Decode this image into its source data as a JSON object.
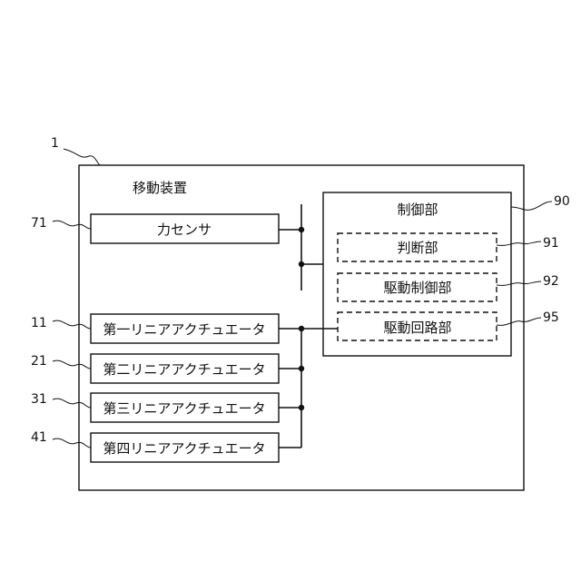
{
  "device": {
    "ref": "1",
    "title": "移動装置"
  },
  "force_sensor": {
    "ref": "71",
    "label": "力センサ"
  },
  "actuators": [
    {
      "ref": "11",
      "label": "第一リニアアクチュエータ"
    },
    {
      "ref": "21",
      "label": "第二リニアアクチュエータ"
    },
    {
      "ref": "31",
      "label": "第三リニアアクチュエータ"
    },
    {
      "ref": "41",
      "label": "第四リニアアクチュエータ"
    }
  ],
  "controller": {
    "ref": "90",
    "label": "制御部",
    "units": [
      {
        "ref": "91",
        "label": "判断部"
      },
      {
        "ref": "92",
        "label": "駆動制御部"
      },
      {
        "ref": "95",
        "label": "駆動回路部"
      }
    ]
  }
}
